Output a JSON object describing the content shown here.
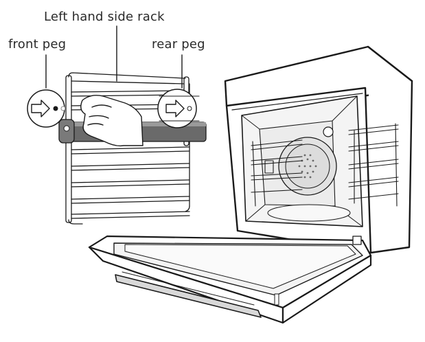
{
  "labels": {
    "rack": "Left hand side rack",
    "front_peg": "front peg",
    "rear_peg": "rear peg"
  },
  "colors": {
    "line": "#1a1a1a",
    "light_line": "#8a8a8a",
    "hand_fill": "#ffffff",
    "rack_bar": "#666666",
    "oven_inner": "#f2f2f2"
  },
  "icons": [
    "front-peg-arrow-icon",
    "rear-peg-arrow-icon",
    "hand-icon",
    "fan-icon"
  ]
}
